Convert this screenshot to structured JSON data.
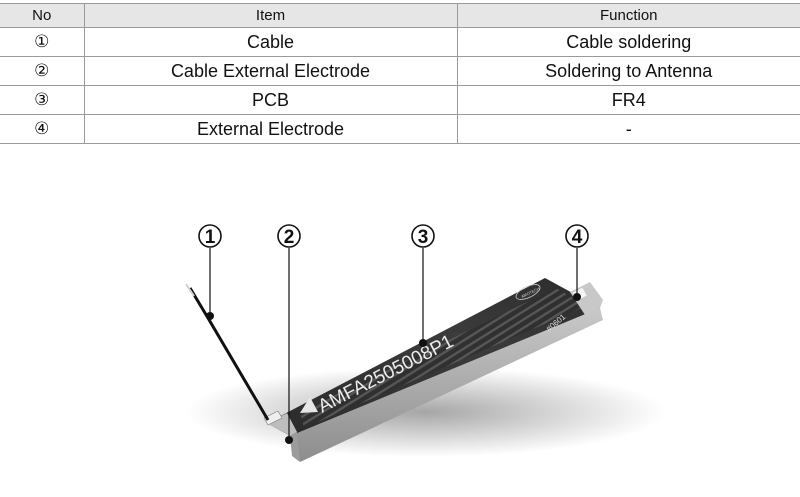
{
  "table": {
    "headers": {
      "no": "No",
      "item": "Item",
      "function": "Function"
    },
    "rows": [
      {
        "no": "①",
        "item": "Cable",
        "function": "Cable soldering"
      },
      {
        "no": "②",
        "item": "Cable External Electrode",
        "function": "Soldering to Antenna"
      },
      {
        "no": "③",
        "item": "PCB",
        "function": "FR4"
      },
      {
        "no": "④",
        "item": "External Electrode",
        "function": "-"
      }
    ]
  },
  "photo": {
    "callouts": [
      "1",
      "2",
      "3",
      "4"
    ],
    "part_number": "AMFA2505008P1",
    "code_mark": "#0601",
    "logo_text": "AMOTECH"
  }
}
